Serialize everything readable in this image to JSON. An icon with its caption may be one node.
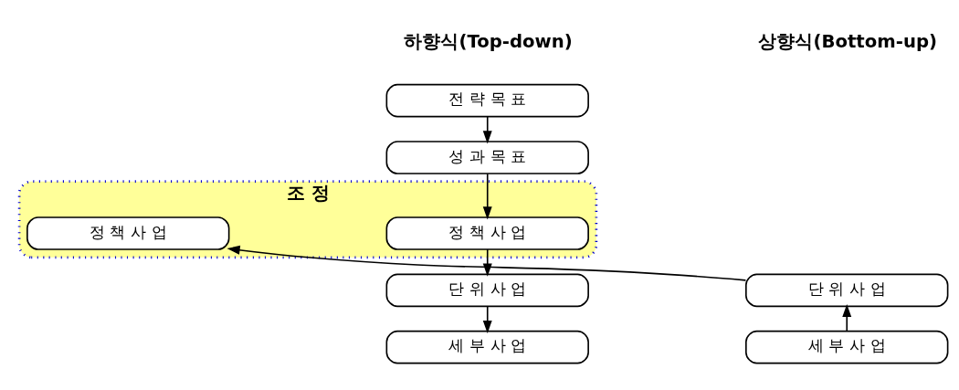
{
  "diagram": {
    "nodes": [
      {
        "text": [
          "조 정"
        ]
      },
      {
        "text": [
          "전 략 목 표"
        ]
      },
      {
        "text": [
          "성 과 목 표"
        ]
      },
      {
        "text": [
          "정 책 사 업"
        ],
        "in": 0
      },
      {
        "text": [
          "단 위 사 업"
        ]
      },
      {
        "text": [
          "세 부 사 업"
        ]
      },
      {
        "text": [
          "정 책 사 업"
        ],
        "in": 0
      },
      {
        "text": [
          "단 위 사 업"
        ]
      },
      {
        "text": [
          "세 부 사 업"
        ]
      }
    ],
    "edges": [
      {
        "from": 1,
        "to": 2,
        "arrow": "to"
      },
      {
        "from": 2,
        "to": 3,
        "arrow": "to"
      },
      {
        "from": 3,
        "to": 4,
        "arrow": "to"
      },
      {
        "from": 4,
        "to": 5,
        "arrow": "to"
      },
      {
        "from": 8,
        "to": 7,
        "arrow": "to"
      },
      {
        "from": 7,
        "to": 6,
        "arrow": "to"
      }
    ],
    "labels": [
      "하향식(Top-down)",
      "상향식(Bottom-up)"
    ]
  }
}
